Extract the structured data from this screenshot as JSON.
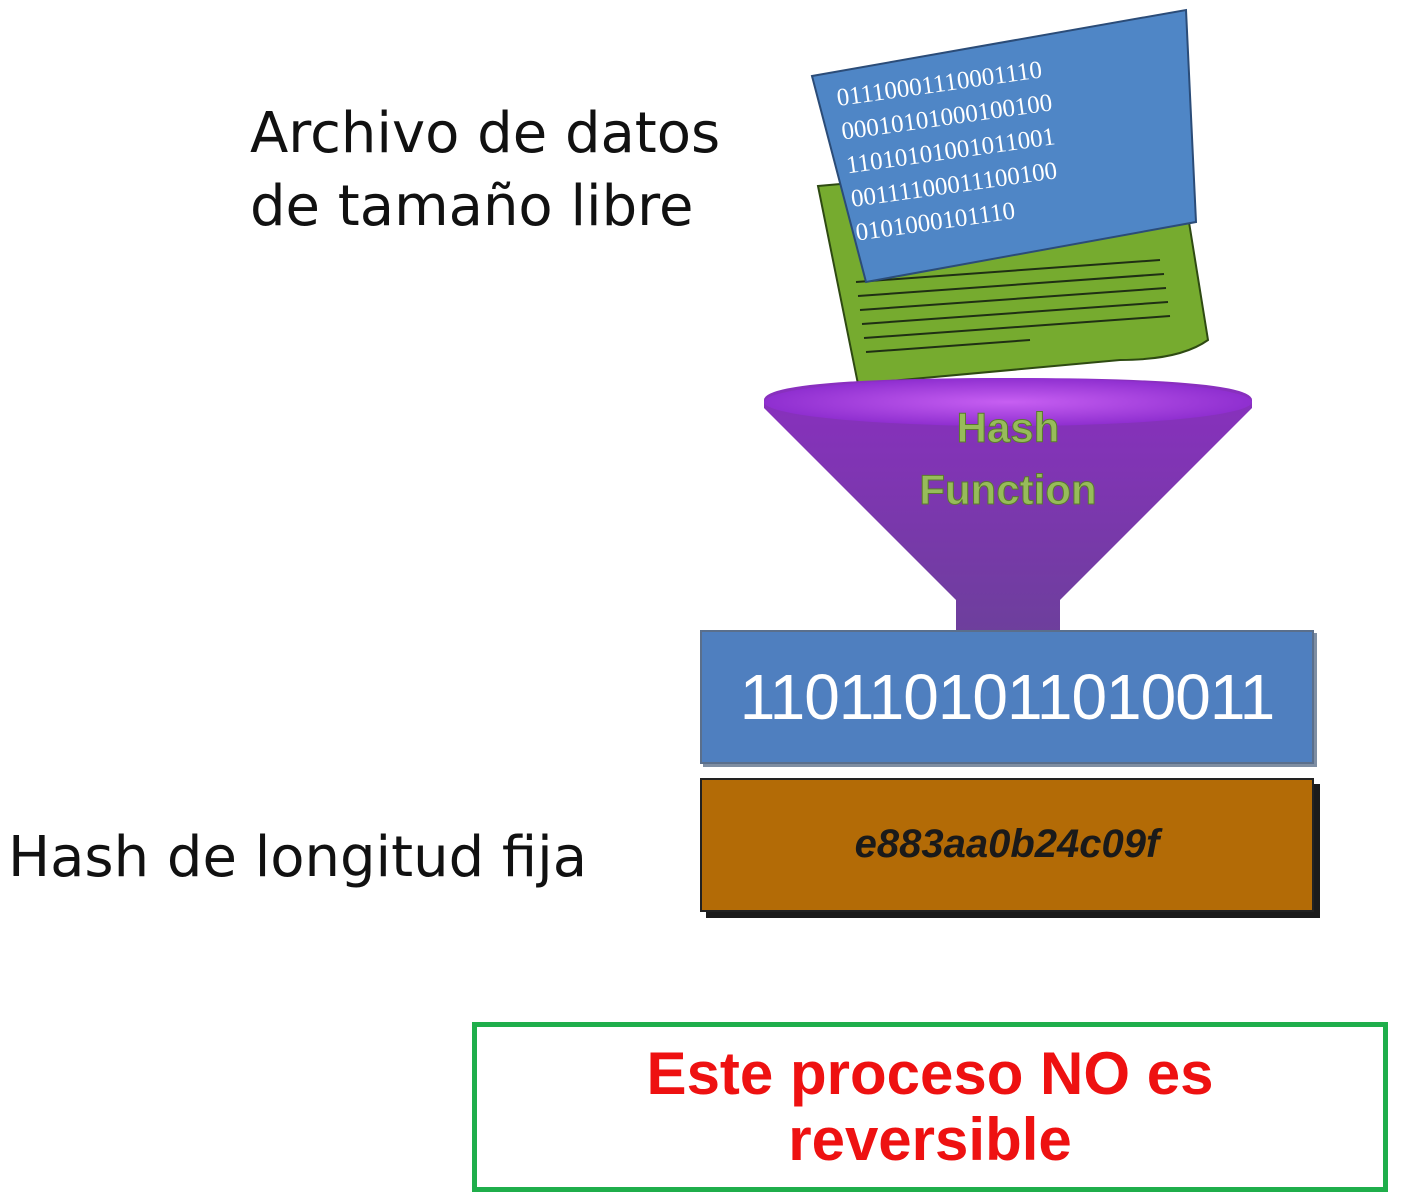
{
  "input_label": {
    "line1": "Archivo de datos",
    "line2": "de tamaño libre"
  },
  "output_label": "Hash de longitud fija",
  "document": {
    "binary_lines": [
      "01110001110001110",
      "00010101000100100",
      "11010101001011001",
      "00111100011100100",
      "0101000101110"
    ],
    "colors": {
      "front_page": "#4f86c6",
      "back_page": "#76ab2f"
    }
  },
  "funnel": {
    "line1": "Hash",
    "line2": "Function",
    "colors": {
      "body": "#7c3aa8",
      "text": "#97bc5a"
    }
  },
  "binary_hash": "1101101011010011",
  "hex_hash": "e883aa0b24c09f",
  "note": {
    "line1": "Este proceso NO es",
    "line2": "reversible",
    "colors": {
      "border": "#1fae4b",
      "text": "#ee1111"
    }
  }
}
